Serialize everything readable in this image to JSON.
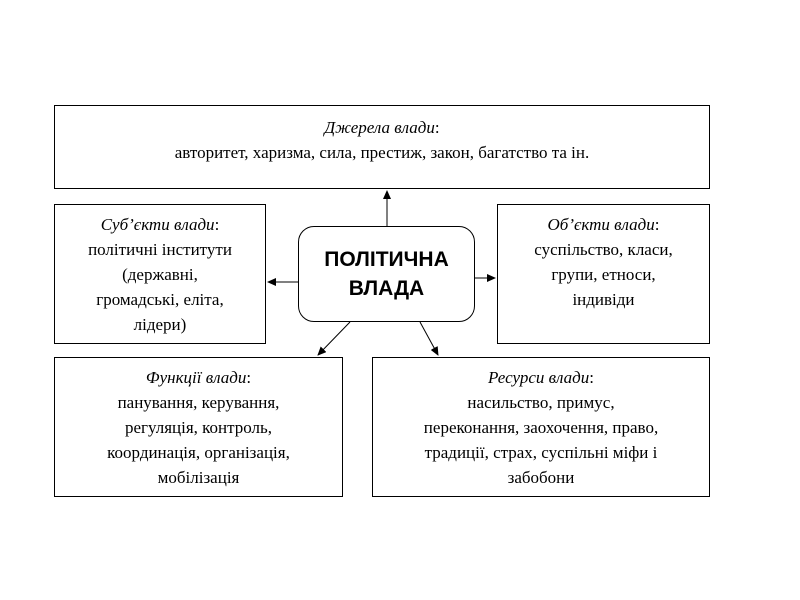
{
  "center": {
    "lines": [
      "ПОЛІТИЧНА",
      "ВЛАДА"
    ]
  },
  "sources": {
    "heading": "Джерела влади",
    "colon": ":",
    "lines": [
      "авторитет, харизма, сила, престиж, закон, багатство та ін."
    ]
  },
  "subjects": {
    "heading": "Суб’єкти влади",
    "colon": ":",
    "lines": [
      "політичні інститути",
      "(державні,",
      "громадські, еліта,",
      "лідери)"
    ]
  },
  "objects": {
    "heading": "Об’єкти влади",
    "colon": ":",
    "lines": [
      "суспільство, класи,",
      "групи, етноси,",
      "індивіди"
    ]
  },
  "functions": {
    "heading": "Функції влади",
    "colon": ":",
    "lines": [
      "панування, керування,",
      "регуляція, контроль,",
      "координація, організація,",
      "мобілізація"
    ]
  },
  "resources": {
    "heading": "Ресурси влади",
    "colon": ":",
    "lines": [
      "насильство, примус,",
      "переконання, заохочення, право,",
      "традиції, страх, суспільні міфи і",
      "забобони"
    ]
  },
  "colors": {
    "stroke": "#000000",
    "background": "#ffffff"
  }
}
